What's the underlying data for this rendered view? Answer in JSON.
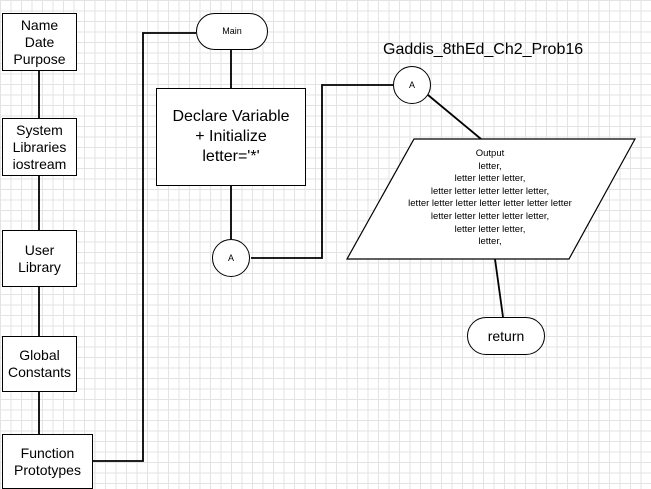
{
  "title": "Gaddis_8thEd_Ch2_Prob16",
  "left_column": [
    {
      "id": "name-date-purpose",
      "label": "Name\nDate\nPurpose"
    },
    {
      "id": "system-libraries",
      "label": "System\nLibraries\niostream"
    },
    {
      "id": "user-library",
      "label": "User\nLibrary"
    },
    {
      "id": "global-constants",
      "label": "Global\nConstants"
    },
    {
      "id": "function-prototypes",
      "label": "Function\nPrototypes"
    }
  ],
  "main_terminal": "Main",
  "process": "Declare Variable\n+ Initialize\nletter='*'",
  "connector_label": "A",
  "output_block": "Output\nletter,\nletter letter letter,\nletter letter letter letter letter,\nletter letter letter letter letter letter letter\nletter letter letter letter letter,\nletter letter letter,\nletter,",
  "return_terminal": "return"
}
